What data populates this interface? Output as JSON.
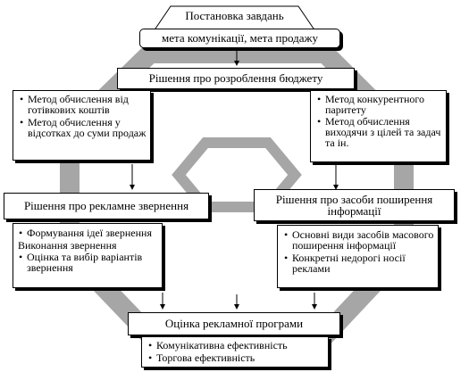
{
  "top": {
    "title": "Постановка завдань",
    "subtitle": "мета комунікації, мета продажу"
  },
  "budget": {
    "title": "Рішення про розроблення бюджету",
    "left_items": [
      "Метод обчислення від готівкових коштів",
      "Метод обчислення у відсотках до суми продаж"
    ],
    "right_items": [
      "Метод конкурентного паритету",
      "Метод обчислення виходячи з цілей та задач та ін."
    ]
  },
  "appeal": {
    "title": "Рішення про рекламне звернення",
    "items": [
      {
        "text": "Формування ідеї звернення",
        "bullet": true
      },
      {
        "text": "Виконання звернення",
        "bullet": false
      },
      {
        "text": "Оцінка та вибір варіантів звернення",
        "bullet": true
      }
    ]
  },
  "media": {
    "title": "Рішення про засоби поширення інформації",
    "items": [
      "Основні види засобів масового поширення інформації",
      "Конкретні недорогі носії реклами"
    ]
  },
  "evaluation": {
    "title": "Оцінка рекламної програми",
    "items": [
      "Комунікативна ефективність",
      "Торгова ефективність"
    ]
  },
  "colors": {
    "ring": "#a6a6a6",
    "box_border": "#000000",
    "background": "#ffffff"
  }
}
